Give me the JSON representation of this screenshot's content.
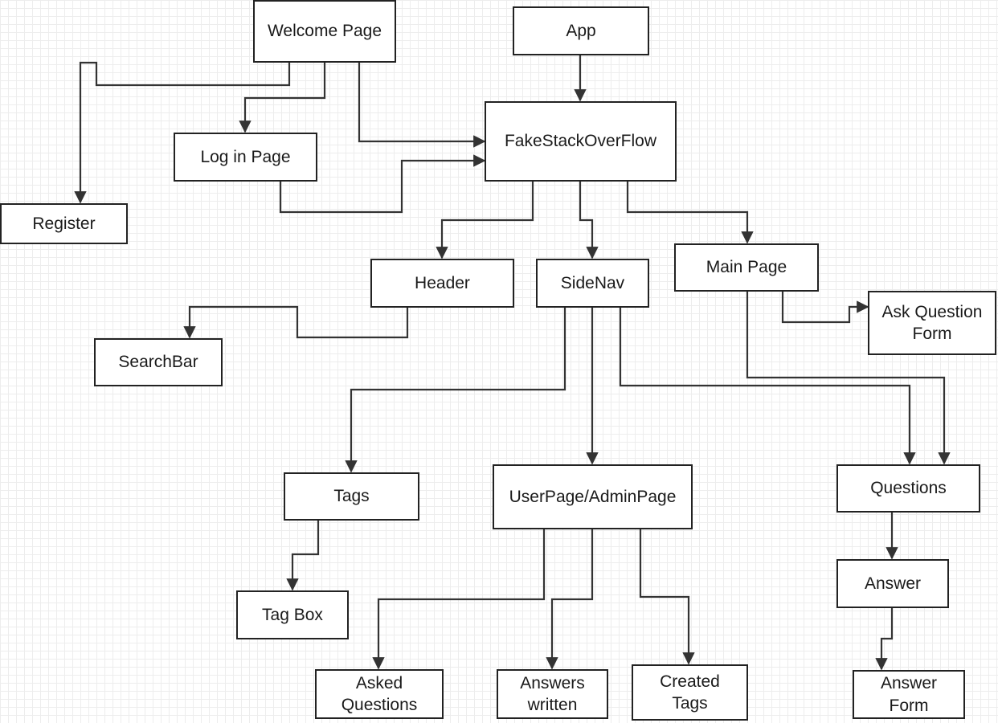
{
  "diagram": {
    "nodes": {
      "welcome_page": "Welcome Page",
      "app": "App",
      "log_in_page": "Log in Page",
      "fakestackoverflow": "FakeStackOverFlow",
      "register": "Register",
      "header": "Header",
      "sidenav": "SideNav",
      "main_page": "Main Page",
      "ask_question_form": "Ask Question\nForm",
      "searchbar": "SearchBar",
      "tags": "Tags",
      "userpage_adminpage": "UserPage/AdminPage",
      "questions": "Questions",
      "tag_box": "Tag Box",
      "answer": "Answer",
      "asked_questions": "Asked\nQuestions",
      "answers_written": "Answers\nwritten",
      "created_tags": "Created\nTags",
      "answer_form": "Answer\nForm"
    },
    "edges": [
      {
        "from": "welcome_page",
        "to": "register"
      },
      {
        "from": "welcome_page",
        "to": "log_in_page"
      },
      {
        "from": "welcome_page",
        "to": "fakestackoverflow"
      },
      {
        "from": "log_in_page",
        "to": "fakestackoverflow"
      },
      {
        "from": "app",
        "to": "fakestackoverflow"
      },
      {
        "from": "fakestackoverflow",
        "to": "header"
      },
      {
        "from": "fakestackoverflow",
        "to": "sidenav"
      },
      {
        "from": "fakestackoverflow",
        "to": "main_page"
      },
      {
        "from": "header",
        "to": "searchbar"
      },
      {
        "from": "main_page",
        "to": "ask_question_form"
      },
      {
        "from": "main_page",
        "to": "questions"
      },
      {
        "from": "sidenav",
        "to": "tags"
      },
      {
        "from": "sidenav",
        "to": "userpage_adminpage"
      },
      {
        "from": "sidenav",
        "to": "questions"
      },
      {
        "from": "tags",
        "to": "tag_box"
      },
      {
        "from": "userpage_adminpage",
        "to": "asked_questions"
      },
      {
        "from": "userpage_adminpage",
        "to": "answers_written"
      },
      {
        "from": "userpage_adminpage",
        "to": "created_tags"
      },
      {
        "from": "questions",
        "to": "answer"
      },
      {
        "from": "answer",
        "to": "answer_form"
      }
    ],
    "colors": {
      "line": "#333333",
      "box_border": "#222222",
      "box_fill": "#ffffff",
      "grid": "#ededed"
    }
  }
}
